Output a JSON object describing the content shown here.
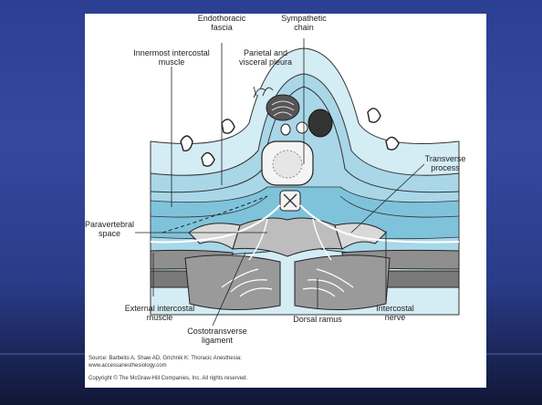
{
  "labels": {
    "endothoracic_1": "Endothoracic",
    "endothoracic_2": "fascia",
    "sympathetic_1": "Sympathetic",
    "sympathetic_2": "chain",
    "innermost_1": "Innermost intercostal",
    "innermost_2": "muscle",
    "pleura_1": "Parietal and",
    "pleura_2": "visceral pleura",
    "transverse_1": "Transverse",
    "transverse_2": "process",
    "paravertebral_1": "Paravertebral",
    "paravertebral_2": "space",
    "external_1": "External intercostal",
    "external_2": "muscle",
    "costo_1": "Costotransverse",
    "costo_2": "ligament",
    "dorsal": "Dorsal ramus",
    "intercostal_1": "Intercostal",
    "intercostal_2": "nerve"
  },
  "source": {
    "line1": "Source: Barbeito A, Shaw AD, Grichnik K: Thoracic Anesthesia:",
    "line2": "www.accessanesthesiology.com",
    "copyright": "Copyright © The McGraw-Hill Companies, Inc. All rights reserved."
  },
  "colors": {
    "background": "#2c3f92",
    "fluid_light": "#d4ecf4",
    "fluid_mid": "#a9d7e8",
    "fluid_dark": "#7fc3db",
    "muscle": "#8f8f8f",
    "bone": "#bdbdbd"
  }
}
